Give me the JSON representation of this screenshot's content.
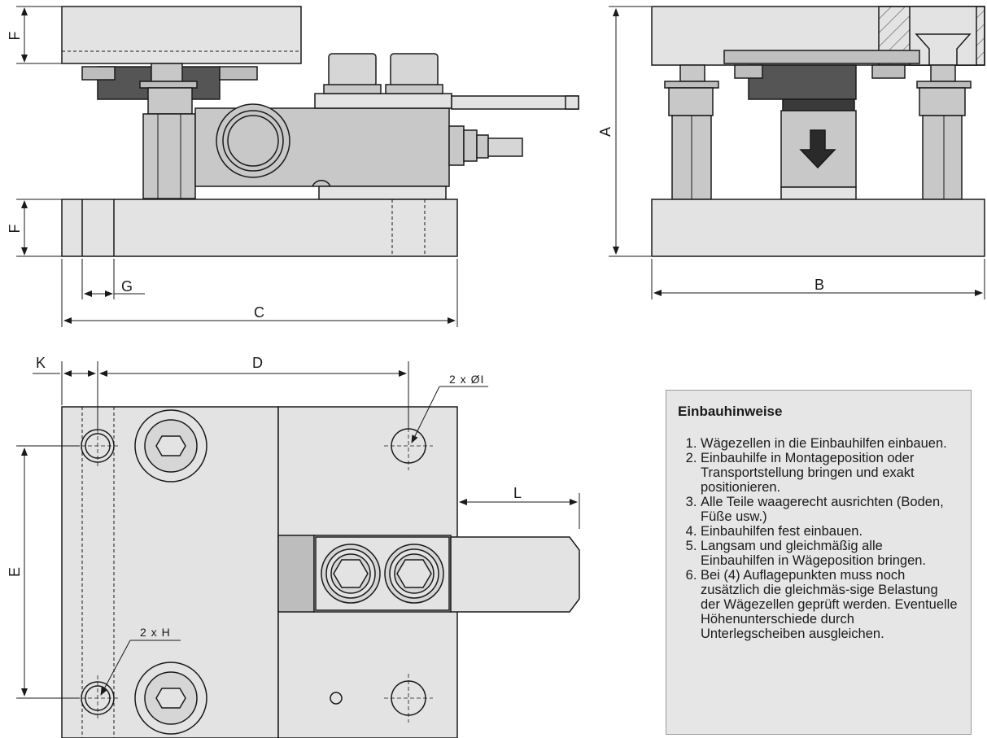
{
  "dimensions": {
    "A": "A",
    "B": "B",
    "C": "C",
    "D": "D",
    "E": "E",
    "F_top": "F",
    "F_bottom": "F",
    "G": "G",
    "K": "K",
    "L": "L",
    "holes_I": "2 x ØI",
    "holes_H": "2 x H"
  },
  "notes": {
    "title": "Einbauhinweise",
    "items": [
      "Wägezellen in die Einbauhilfen einbauen.",
      "Einbauhilfe in Montageposition oder Transportstellung bringen und exakt positionieren.",
      "Alle Teile waagerecht ausrichten (Boden, Füße usw.)",
      "Einbauhilfen fest einbauen.",
      "Langsam und gleichmäßig alle Einbauhilfen in Wägeposition bringen.",
      "Bei (4) Auflagepunkten muss noch zusätzlich die gleichmäs-sige Belastung der Wägezellen geprüft werden. Eventuelle Höhenunterschiede durch Unterlegscheiben ausgleichen."
    ]
  },
  "colors": {
    "plate_light": "#e3e3e3",
    "plate_mid": "#c8c8c8",
    "plate_dark": "#555555",
    "outline": "#1a1a1a",
    "notes_bg": "#e6e6e6"
  }
}
